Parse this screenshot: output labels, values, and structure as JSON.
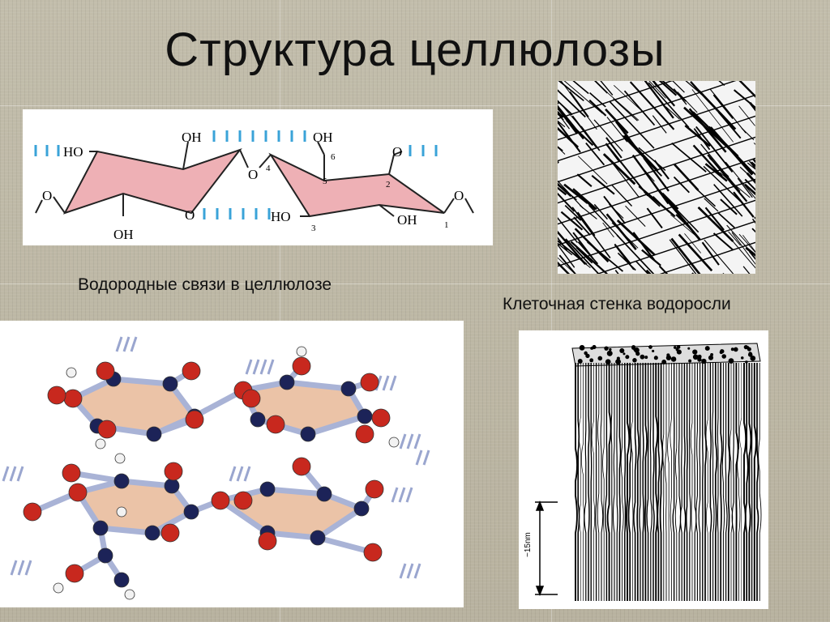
{
  "slide": {
    "title": "Структура целлюлозы",
    "caption_hbonds": "Водородные связи в целлюлозе",
    "caption_algae": "Клеточная стенка водоросли"
  },
  "formula": {
    "ho_left": "HO",
    "oh_top_left": "OH",
    "oh_bottom_left": "OH",
    "oh_top_right": "OH",
    "o_bridge": "O",
    "o_ring_left": "O",
    "o_ring_right": "O",
    "ho_right": "HO",
    "oh_bottom_right": "OH",
    "o_end_left": "O",
    "o_end_right": "O",
    "num_1": "1",
    "num_2": "2",
    "num_3": "3",
    "num_4": "4",
    "num_5": "5",
    "num_6": "6"
  },
  "fibril": {
    "scale_label": "~15nm"
  },
  "colors": {
    "ring_fill": "#eeb0b5",
    "hbond": "#3aa3d8",
    "oxygen": "#c8281e",
    "carbon": "#1c2358",
    "hydrogen": "#f2f2f2",
    "stick": "#a9b3d6",
    "ring_model": "#e8b898"
  }
}
